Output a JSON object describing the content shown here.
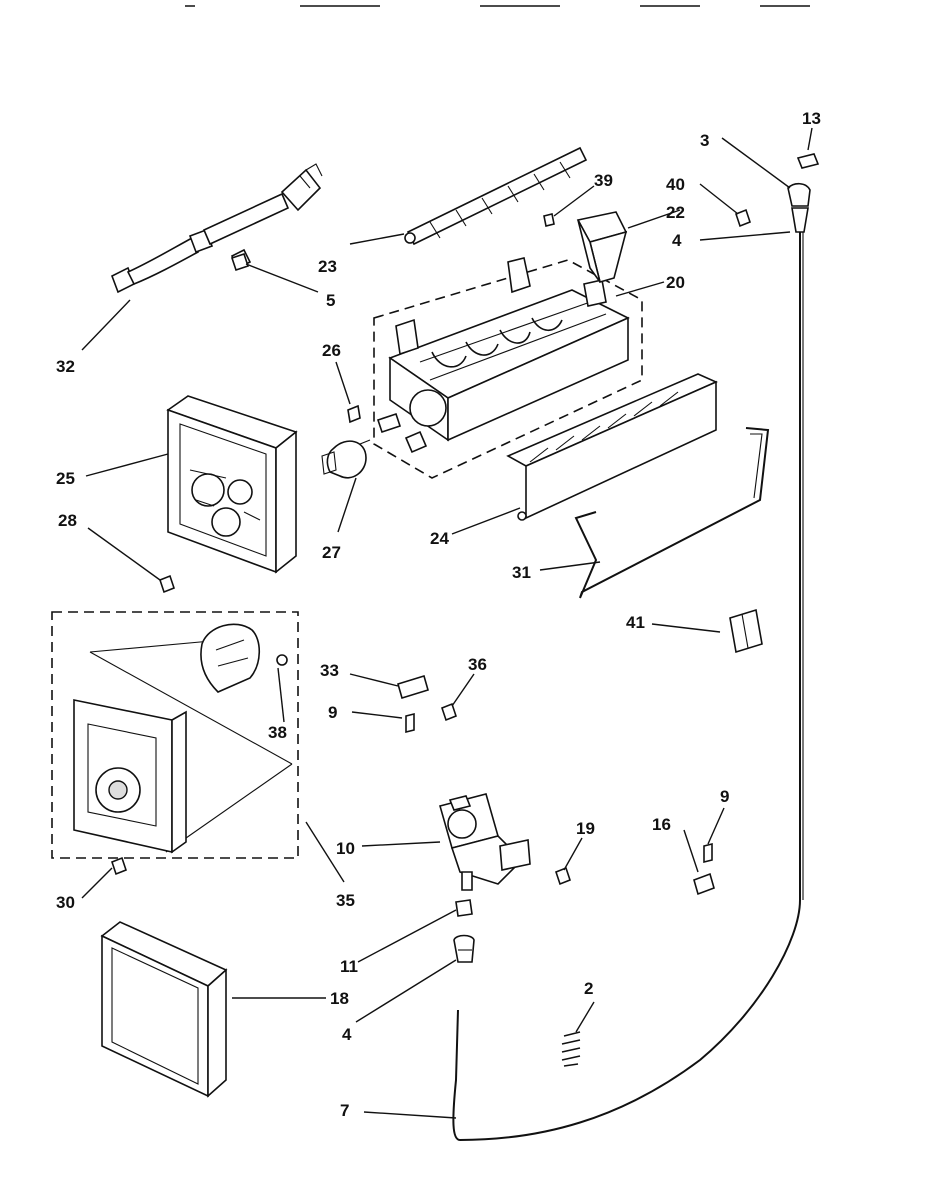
{
  "callouts": {
    "c13": "13",
    "c3": "3",
    "c40": "40",
    "c22": "22",
    "c4a": "4",
    "c39": "39",
    "c23": "23",
    "c20": "20",
    "c5": "5",
    "c32": "32",
    "c26": "26",
    "c25": "25",
    "c24": "24",
    "c27": "27",
    "c28": "28",
    "c31": "31",
    "c41": "41",
    "c33": "33",
    "c36": "36",
    "c9a": "9",
    "c38": "38",
    "c9b": "9",
    "c16": "16",
    "c19": "19",
    "c10": "10",
    "c35": "35",
    "c30": "30",
    "c11": "11",
    "c2": "2",
    "c18": "18",
    "c4b": "4",
    "c7": "7"
  }
}
